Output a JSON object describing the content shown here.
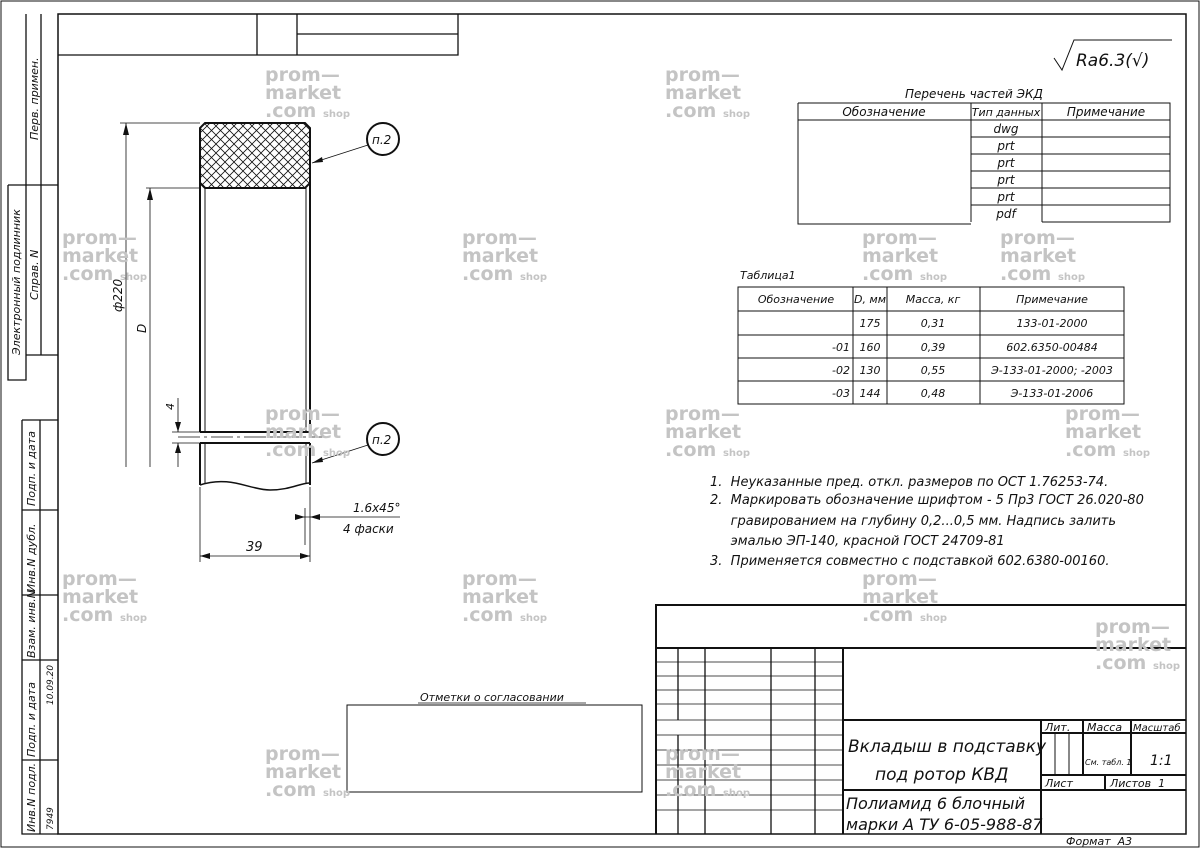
{
  "roughness": "Ra6.3(√)",
  "ekd": {
    "title": "Перечень частей ЭКД",
    "headers": [
      "Обозначение",
      "Тип данных",
      "Примечание"
    ],
    "types": [
      "dwg",
      "prt",
      "prt",
      "prt",
      "prt",
      "pdf"
    ]
  },
  "table1": {
    "title": "Таблица1",
    "headers": [
      "Обозначение",
      "D, мм",
      "Масса, кг",
      "Примечание"
    ],
    "rows": [
      [
        "",
        "175",
        "0,31",
        "133-01-2000"
      ],
      [
        "-01",
        "160",
        "0,39",
        "602.6350-00484"
      ],
      [
        "-02",
        "130",
        "0,55",
        "Э-133-01-2000; -2003"
      ],
      [
        "-03",
        "144",
        "0,48",
        "Э-133-01-2006"
      ]
    ]
  },
  "notes": [
    "1.  Неуказанные пред. откл. размеров по ОСТ 1.76253-74.",
    "2.  Маркировать обозначение шрифтом - 5 Пр3 ГОСТ 26.020-80",
    "     гравированием на глубину 0,2...0,5 мм. Надпись залить",
    "     эмалью ЭП-140, красной ГОСТ 24709-81",
    "3.  Применяется совместно с подставкой 602.6380-00160."
  ],
  "drawing": {
    "dia_label": "ф220",
    "d_label": "D",
    "gap_label": "4",
    "width_label": "39",
    "chamfer_label": "1.6x45°",
    "chamfer_count": "4 фаски",
    "balloon_top": "п.2",
    "balloon_bottom": "п.2"
  },
  "approval": {
    "title": "Отметки о согласовании"
  },
  "title_block": {
    "name_line1": "Вкладыш в подставку",
    "name_line2": "под ротор КВД",
    "material_line1": "Полиамид 6 блочный",
    "material_line2": "марки А ТУ 6-05-988-87",
    "lit_label": "Лит.",
    "mass_label": "Масса",
    "scale_label": "Масштаб",
    "mass_value": "См. табл. 1",
    "scale_value": "1:1",
    "sheet_label": "Лист",
    "sheets_label": "Листов  1",
    "format": "Формат  А3"
  },
  "side_strip": {
    "perv_primen": "Перв. примен.",
    "sprav_n": "Справ. N",
    "electronic": "Электронный подлинник",
    "podp_data_1": "Подп. и дата",
    "inv_dubl": "Инв.N дубл.",
    "vzam_inv": "Взам. инв.N",
    "podp_data_2": "Подп. и дата",
    "date_value": "10.09.20",
    "inv_podl": "Инв.N подл.",
    "inv_value": "7949"
  },
  "watermark": {
    "line1": "prom—",
    "line2": "market",
    "line3": ".com",
    "line4": "shop"
  }
}
